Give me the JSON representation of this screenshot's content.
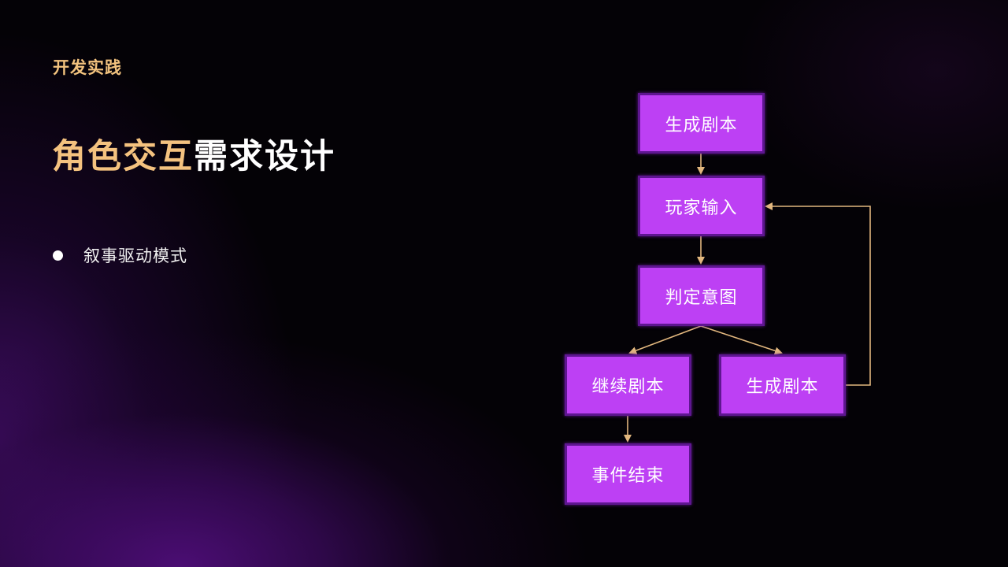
{
  "header": {
    "section_label": "开发实践",
    "title_accent": "角色交互",
    "title_rest": "需求设计"
  },
  "bullets": [
    {
      "text": "叙事驱动模式"
    }
  ],
  "flowchart": {
    "nodes": [
      {
        "id": "A",
        "label": "生成剧本"
      },
      {
        "id": "B",
        "label": "玩家输入"
      },
      {
        "id": "C",
        "label": "判定意图"
      },
      {
        "id": "D",
        "label": "继续剧本"
      },
      {
        "id": "E",
        "label": "生成剧本"
      },
      {
        "id": "F",
        "label": "事件结束"
      }
    ],
    "edges": [
      {
        "from": "A",
        "to": "B"
      },
      {
        "from": "B",
        "to": "C"
      },
      {
        "from": "C",
        "to": "D"
      },
      {
        "from": "C",
        "to": "E"
      },
      {
        "from": "D",
        "to": "F"
      },
      {
        "from": "E",
        "to": "B"
      }
    ]
  },
  "colors": {
    "accent_text": "#f4c27f",
    "node_fill": "#bd40f4",
    "node_border": "#5e1690",
    "arrow": "#e2b77e",
    "background": "#040206"
  }
}
